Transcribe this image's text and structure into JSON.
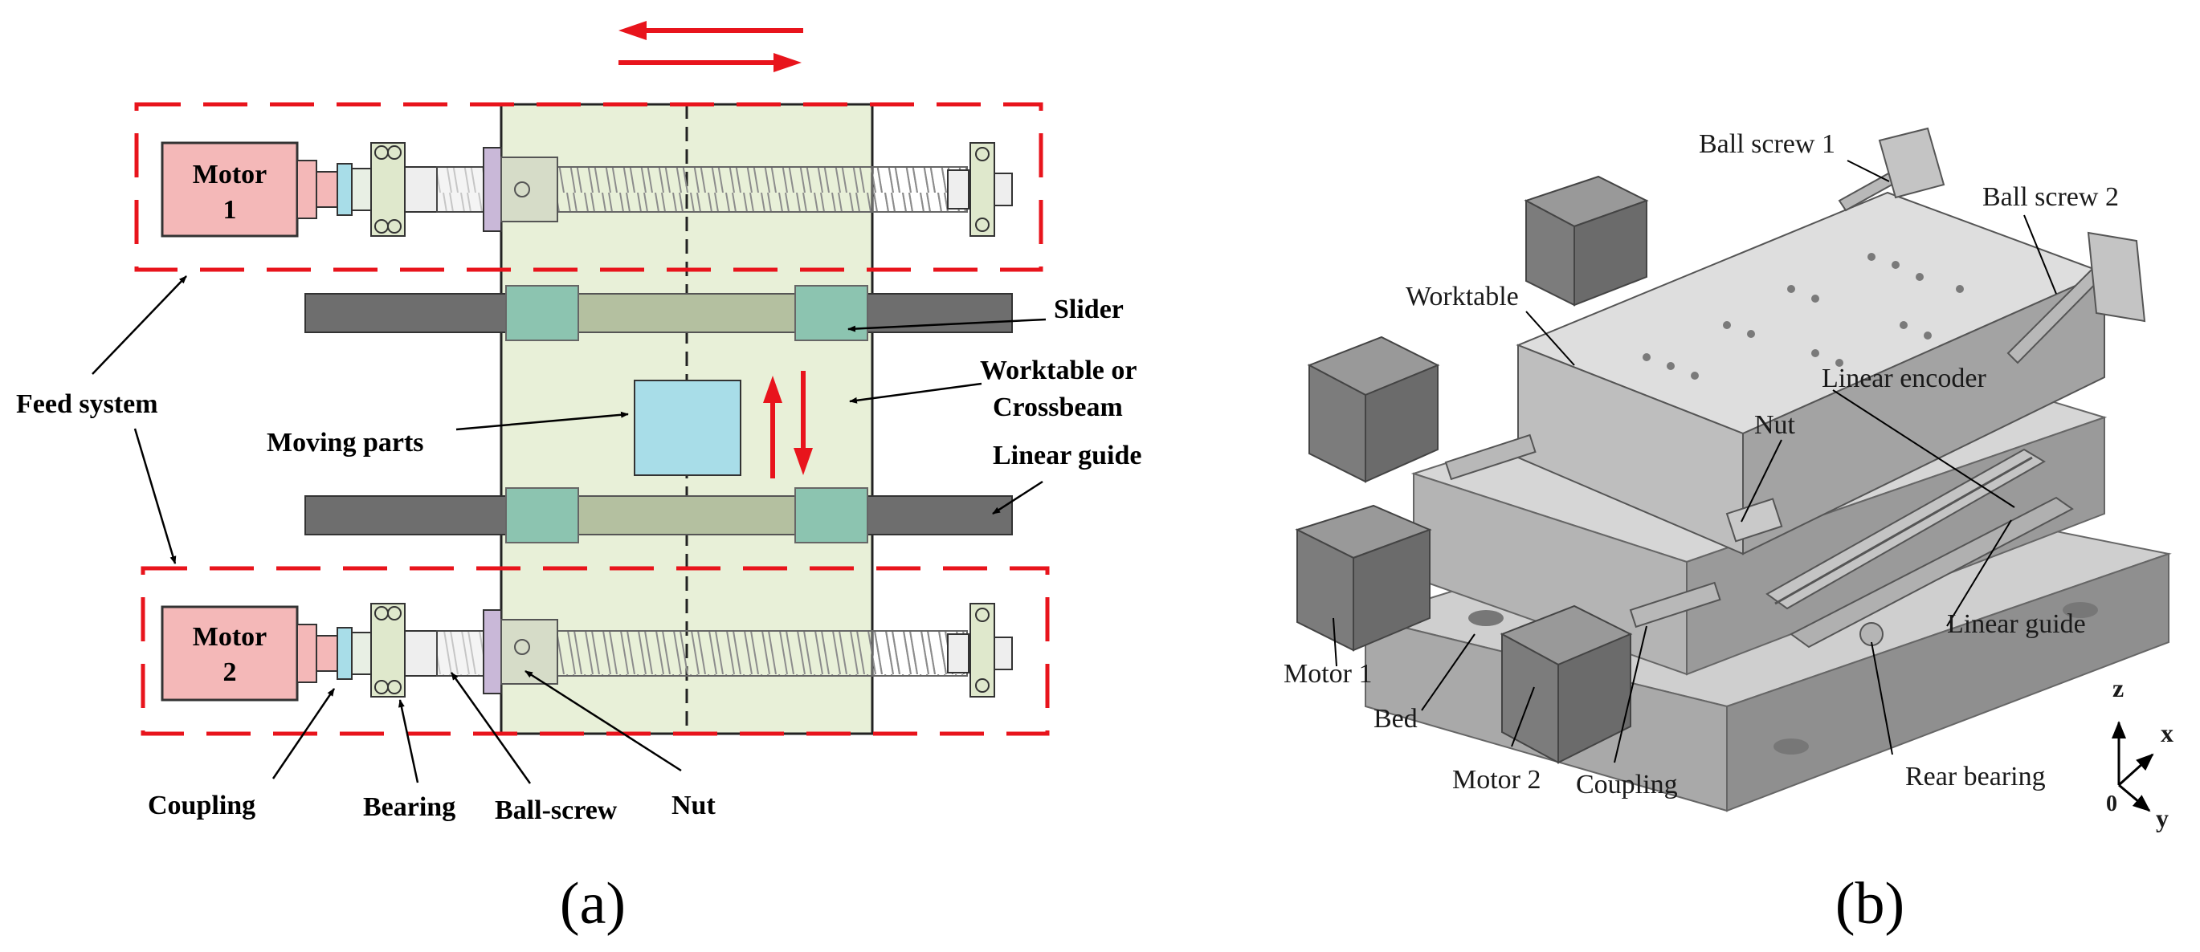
{
  "panel_a": {
    "motor1": [
      "Motor",
      "1"
    ],
    "motor2": [
      "Motor",
      "2"
    ],
    "feed_system": "Feed system",
    "slider": "Slider",
    "worktable": [
      "Worktable or",
      "Crossbeam"
    ],
    "moving_parts": "Moving parts",
    "linear_guide": "Linear guide",
    "coupling": "Coupling",
    "bearing": "Bearing",
    "ball_screw": "Ball-screw",
    "nut": "Nut",
    "caption": "(a)"
  },
  "panel_b": {
    "ball_screw_1": "Ball screw 1",
    "ball_screw_2": "Ball screw 2",
    "worktable": "Worktable",
    "linear_encoder": "Linear encoder",
    "nut": "Nut",
    "linear_guide": "Linear guide",
    "motor1": "Motor 1",
    "bed": "Bed",
    "motor2": "Motor 2",
    "coupling": "Coupling",
    "rear_bearing": "Rear bearing",
    "axis_z": "z",
    "axis_x": "x",
    "axis_y": "y",
    "axis_o": "0",
    "caption": "(b)"
  },
  "colors": {
    "dash_red": "#e8141c",
    "table_green": "#e8f0d8",
    "motor_pink": "#f4b8b8",
    "slider_teal": "#8cc4b0",
    "guide_gray": "#6e6e6e",
    "moving_blue": "#a8dde8"
  }
}
